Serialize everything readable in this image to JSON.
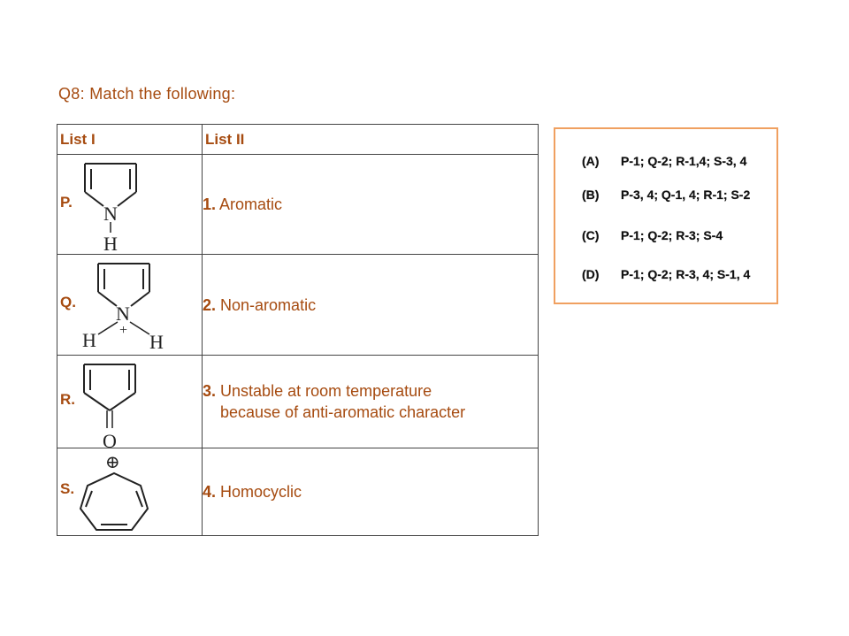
{
  "question": "Q8: Match the following:",
  "table": {
    "headers": [
      "List I",
      "List II"
    ],
    "rows": [
      {
        "label": "P.",
        "number": "1.",
        "text": "Aromatic",
        "structure": "pyrrole",
        "atom_labels": [
          "N",
          "H"
        ]
      },
      {
        "label": "Q.",
        "number": "2.",
        "text": "Non-aromatic",
        "structure": "pyrrolium",
        "atom_labels": [
          "N",
          "H",
          "H",
          "+"
        ]
      },
      {
        "label": "R.",
        "number": "3.",
        "text": "Unstable at room temperature",
        "text2": "because of anti-aromatic character",
        "structure": "cyclopentadienone",
        "atom_labels": [
          "O"
        ]
      },
      {
        "label": "S.",
        "number": "4.",
        "text": "Homocyclic",
        "structure": "tropylium",
        "atom_labels": [
          "⊕"
        ]
      }
    ]
  },
  "options": [
    {
      "key": "(A)",
      "text": "P-1; Q-2; R-1,4; S-3, 4"
    },
    {
      "key": "(B)",
      "text": "P-3, 4; Q-1, 4; R-1; S-2"
    },
    {
      "key": "(C)",
      "text": "P-1; Q-2; R-3; S-4"
    },
    {
      "key": "(D)",
      "text": "P-1; Q-2; R-3, 4; S-1, 4"
    }
  ],
  "colors": {
    "text_accent": "#a64b10",
    "option_border": "#f0a060"
  }
}
